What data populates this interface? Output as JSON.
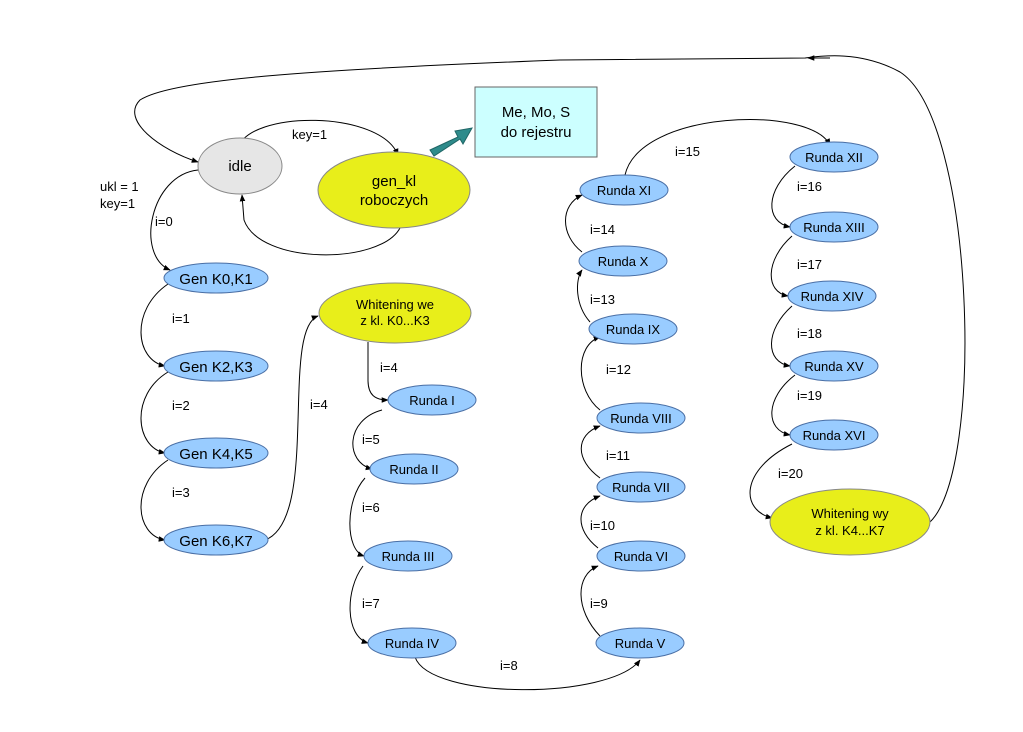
{
  "nodes": {
    "idle": "idle",
    "gen_kl_1": "gen_kl",
    "gen_kl_2": "roboczych",
    "box_1": "Me, Mo, S",
    "box_2": "do rejestru",
    "gen_k0k1": "Gen K0,K1",
    "gen_k2k3": "Gen K2,K3",
    "gen_k4k5": "Gen K4,K5",
    "gen_k6k7": "Gen K6,K7",
    "whitening_we_1": "Whitening we",
    "whitening_we_2": "z kl. K0...K3",
    "runda_1": "Runda I",
    "runda_2": "Runda II",
    "runda_3": "Runda III",
    "runda_4": "Runda IV",
    "runda_5": "Runda V",
    "runda_6": "Runda VI",
    "runda_7": "Runda VII",
    "runda_8": "Runda VIII",
    "runda_9": "Runda IX",
    "runda_10": "Runda X",
    "runda_11": "Runda XI",
    "runda_12": "Runda XII",
    "runda_13": "Runda XIII",
    "runda_14": "Runda XIV",
    "runda_15": "Runda XV",
    "runda_16": "Runda XVI",
    "whitening_wy_1": "Whitening wy",
    "whitening_wy_2": "z kl. K4...K7"
  },
  "edges": {
    "key1": "key=1",
    "ukl_1": "ukl = 1",
    "ukl_2": "key=1",
    "i0": "i=0",
    "i1": "i=1",
    "i2": "i=2",
    "i3": "i=3",
    "i4a": "i=4",
    "i4b": "i=4",
    "i5": "i=5",
    "i6": "i=6",
    "i7": "i=7",
    "i8": "i=8",
    "i9": "i=9",
    "i10": "i=10",
    "i11": "i=11",
    "i12": "i=12",
    "i13": "i=13",
    "i14": "i=14",
    "i15": "i=15",
    "i16": "i=16",
    "i17": "i=17",
    "i18": "i=18",
    "i19": "i=19",
    "i20": "i=20"
  },
  "colors": {
    "state_blue": "#99ccff",
    "state_yellow": "#e8ee1a",
    "state_grey": "#e6e6e6",
    "box_cyan": "#ccffff",
    "arrow_teal": "#2e8b8b"
  }
}
